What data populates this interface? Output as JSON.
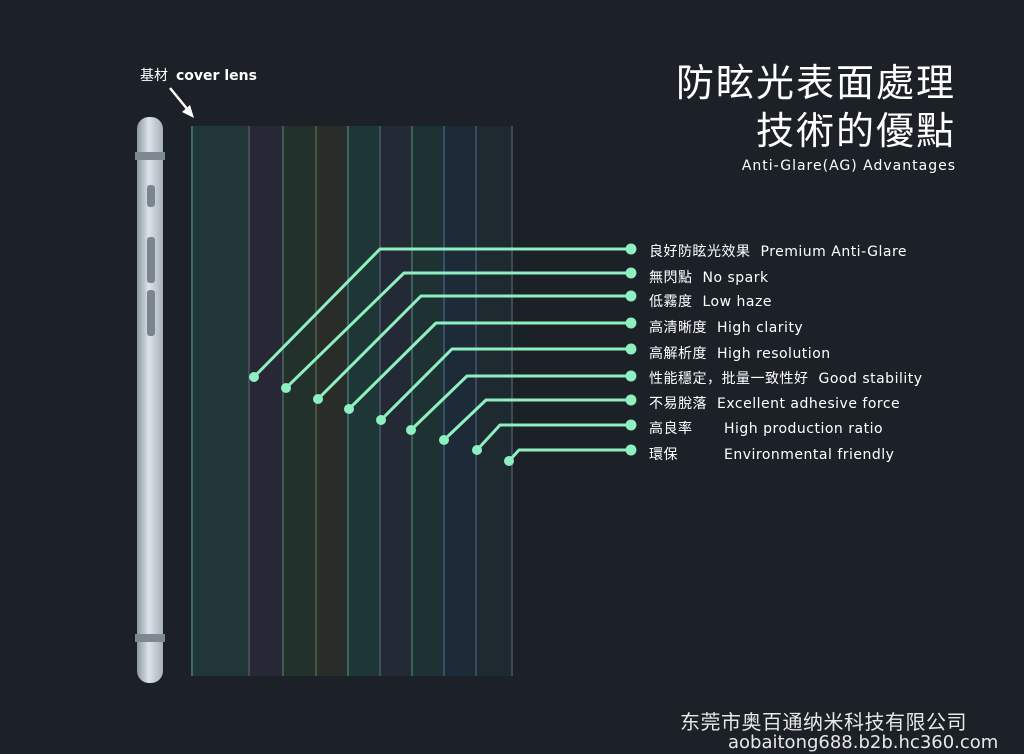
{
  "header": {
    "title_line1": "防眩光表面處理",
    "title_line2": "技術的優點",
    "subtitle": "Anti-Glare(AG) Advantages"
  },
  "substrate": {
    "label_zh": "基材",
    "label_en": "cover lens"
  },
  "features": [
    {
      "zh": "良好防眩光效果",
      "en": "Premium Anti-Glare"
    },
    {
      "zh": "無閃點",
      "en": "No spark"
    },
    {
      "zh": "低霧度",
      "en": "Low haze"
    },
    {
      "zh": "高清晰度",
      "en": "High clarity"
    },
    {
      "zh": "高解析度",
      "en": "High resolution"
    },
    {
      "zh": "性能穩定，批量一致性好",
      "en": "Good stability"
    },
    {
      "zh": "不易脫落",
      "en": "Excellent adhesive force"
    },
    {
      "zh": "高良率",
      "en": "High production ratio"
    },
    {
      "zh": "環保",
      "en": "Environmental friendly"
    }
  ],
  "footer": {
    "company": "东莞市奥百通纳米科技有限公司",
    "url": "aobaitong688.b2b.hc360.com"
  },
  "colors": {
    "background": "#1b2126",
    "accent_line": "#8ef0c0",
    "phone_body": "#c4cdd6"
  },
  "icons": {
    "arrow": "arrow-down-right-icon",
    "phone": "phone-side-icon"
  }
}
